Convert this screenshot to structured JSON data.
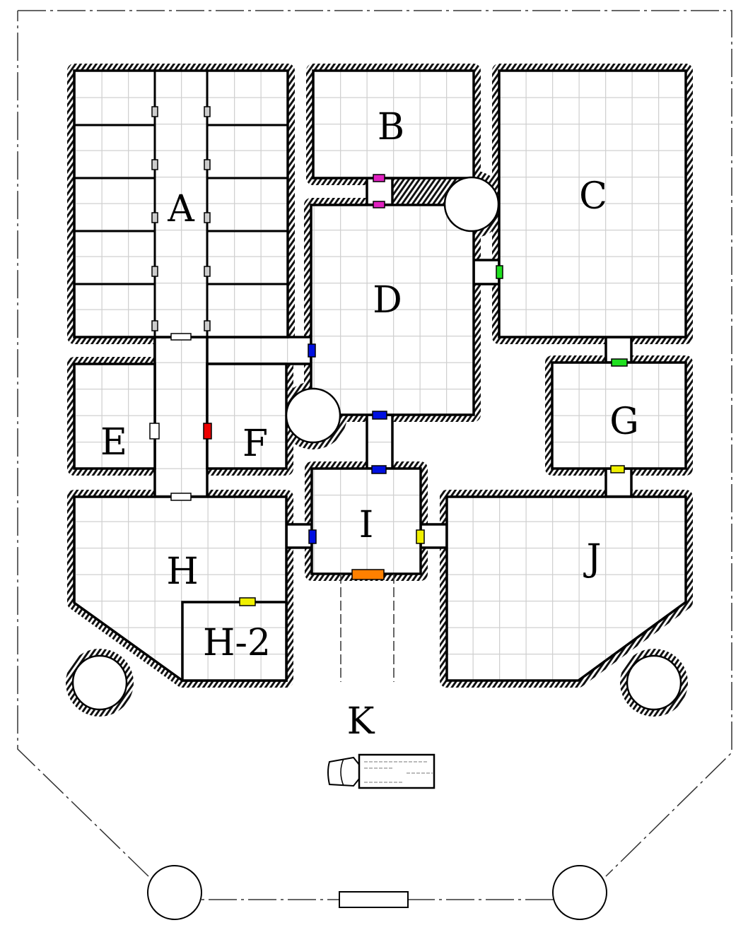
{
  "map": {
    "rooms": {
      "a": "A",
      "b": "B",
      "c": "C",
      "d": "D",
      "e": "E",
      "f": "F",
      "g": "G",
      "h": "H",
      "h2": "H-2",
      "i": "I",
      "j": "J",
      "k": "K"
    },
    "colors": {
      "door_magenta": "#e020c0",
      "door_blue": "#0010e0",
      "door_green": "#20e020",
      "door_red": "#ee0000",
      "door_yellow": "#f0f000",
      "door_orange": "#ff8000",
      "door_gray": "#cccccc",
      "door_white": "#ffffff",
      "grid": "#d0d0d0"
    }
  }
}
